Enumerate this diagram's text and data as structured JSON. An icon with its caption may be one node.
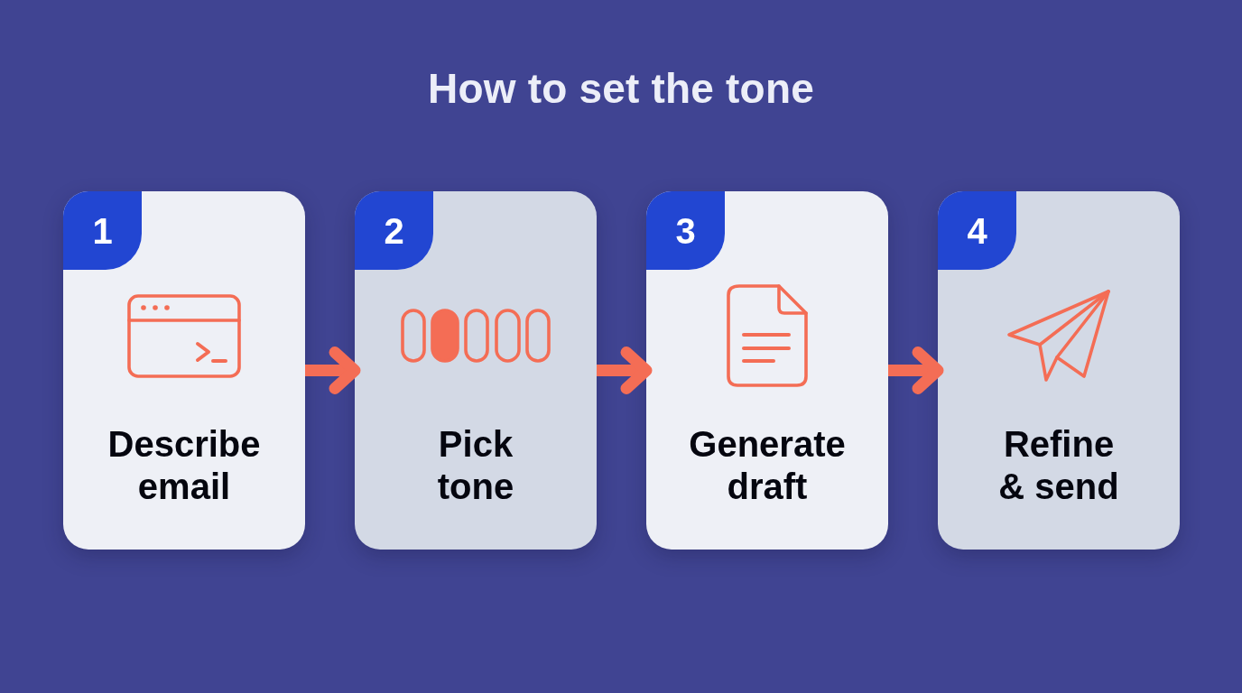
{
  "diagram": {
    "title": "How to set the tone",
    "nodes": [
      {
        "text": [
          "Describe email"
        ]
      },
      {
        "text": [
          "1"
        ],
        "in": 0
      },
      {
        "text": [
          "Pick tone"
        ]
      },
      {
        "text": [
          "2"
        ],
        "in": 2
      },
      {
        "text": [
          "Generate draft"
        ]
      },
      {
        "text": [
          "3"
        ],
        "in": 4
      },
      {
        "text": [
          "Refine & send"
        ]
      },
      {
        "text": [
          "4"
        ],
        "in": 6
      }
    ],
    "edges": [
      {
        "from": 0,
        "to": 2,
        "arrow": "to"
      },
      {
        "from": 2,
        "to": 4,
        "arrow": "to"
      },
      {
        "from": 4,
        "to": 6,
        "arrow": "to"
      }
    ]
  }
}
